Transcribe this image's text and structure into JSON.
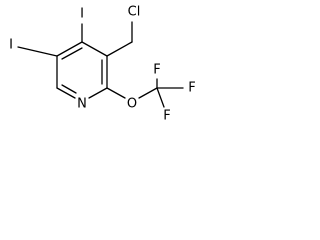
{
  "molecule": {
    "atoms": {
      "iodine_top": "I",
      "iodine_left": "I",
      "chlorine": "Cl",
      "nitrogen": "N",
      "oxygen": "O",
      "fluorine_top": "F",
      "fluorine_right": "F",
      "fluorine_bottom": "F"
    }
  }
}
